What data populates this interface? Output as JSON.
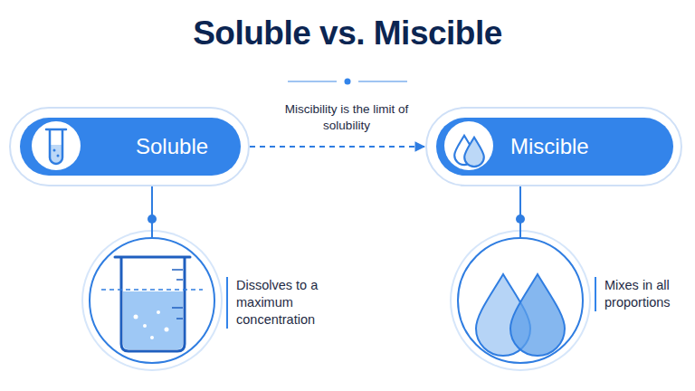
{
  "diagram": {
    "title": "Soluble vs. Miscible",
    "nodes": [
      {
        "text": [
          "Soluble"
        ]
      },
      {
        "text": [
          "Miscible"
        ]
      },
      {
        "text": [
          "Dissolves to a maximum concentration"
        ]
      },
      {
        "text": [
          "Mixes in all proportions"
        ]
      }
    ],
    "edges": [
      {
        "from": 0,
        "to": 1,
        "arrow": "to",
        "label": "Miscibility is the limit of solubility"
      },
      {
        "from": 0,
        "to": 2,
        "arrow": "none"
      },
      {
        "from": 1,
        "to": 3,
        "arrow": "none"
      }
    ]
  }
}
